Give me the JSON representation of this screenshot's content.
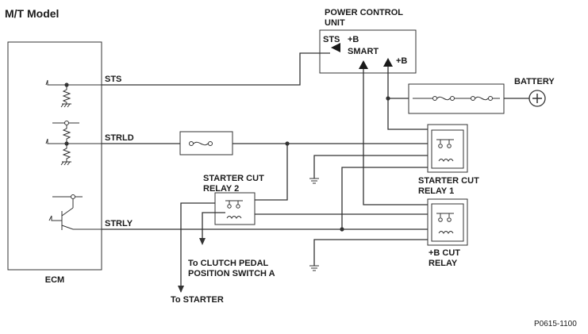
{
  "title": "M/T Model",
  "ecm": {
    "label": "ECM"
  },
  "power_control_unit": {
    "label_line1": "POWER CONTROL",
    "label_line2": "UNIT",
    "pin_sts": "STS",
    "pin_b1": "+B",
    "pin_smart": "SMART",
    "pin_b2": "+B"
  },
  "signals": {
    "sts": "STS",
    "strld": "STRLD",
    "strly": "STRLY"
  },
  "battery": {
    "label": "BATTERY"
  },
  "starter_cut_relay_2": {
    "line1": "STARTER CUT",
    "line2": "RELAY 2"
  },
  "starter_cut_relay_1": {
    "line1": "STARTER CUT",
    "line2": "RELAY 1"
  },
  "b_cut_relay": {
    "line1": "+B CUT",
    "line2": "RELAY"
  },
  "clutch_switch": {
    "line1": "To CLUTCH PEDAL",
    "line2": "POSITION SWITCH A"
  },
  "to_starter": "To STARTER",
  "figure_id": "P0615-1100"
}
